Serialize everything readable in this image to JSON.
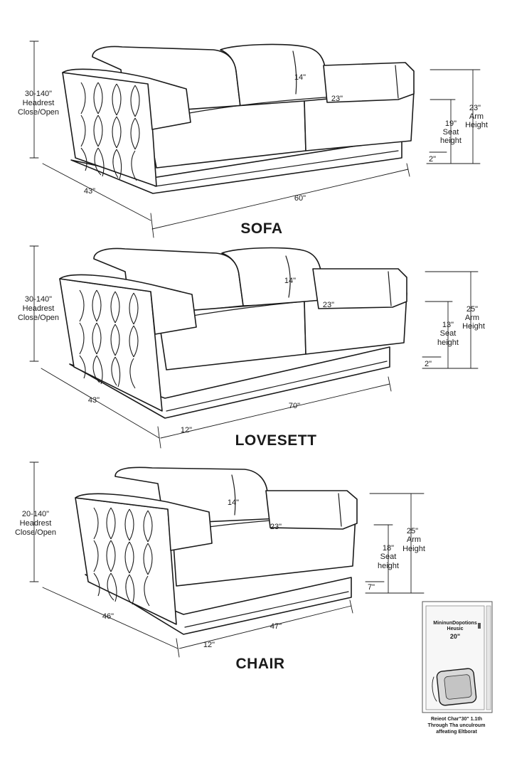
{
  "sofa": {
    "title": "SOFA",
    "headrest": {
      "value": "30-140\"",
      "label1": "Headrest",
      "label2": "Close/Open"
    },
    "depth": "43\"",
    "width": "60\"",
    "back_height": "14\"",
    "seat_depth": "23\"",
    "arm_height": {
      "value": "23\"",
      "label1": "Arm",
      "label2": "Height"
    },
    "seat_height": {
      "value": "19\"",
      "label1": "Seat",
      "label2": "height"
    },
    "base": "2\""
  },
  "loveseat": {
    "title": "LOVESETT",
    "headrest": {
      "value": "30-140\"",
      "label1": "Headrest",
      "label2": "Close/Open"
    },
    "depth": "43\"",
    "width": "70\"",
    "arm_width": "12\"",
    "back_height": "14\"",
    "seat_depth": "23\"",
    "arm_height": {
      "value": "25\"",
      "label1": "Arm",
      "label2": "Height"
    },
    "seat_height": {
      "value": "13\"",
      "label1": "Seat",
      "label2": "height"
    },
    "base": "2\""
  },
  "chair": {
    "title": "CHAIR",
    "headrest": {
      "value": "20-140\"",
      "label1": "Headrest",
      "label2": "Close/Open"
    },
    "depth": "46\"",
    "width": "47\"",
    "arm_width": "12\"",
    "back_height": "14\"",
    "seat_depth": "23\"",
    "arm_height": {
      "value": "25\"",
      "label1": "Arm",
      "label2": "Height"
    },
    "seat_height": {
      "value": "18\"",
      "label1": "Seat",
      "label2": "height"
    },
    "base": "7\""
  },
  "doorway": {
    "line1": "MininunDopotions",
    "line2": "Heusic",
    "value": "20\"",
    "caption1": "Reieot Char\"30\" 1.1th",
    "caption2": "Through Tha unculroum",
    "caption3": "affeating Eltborat"
  }
}
